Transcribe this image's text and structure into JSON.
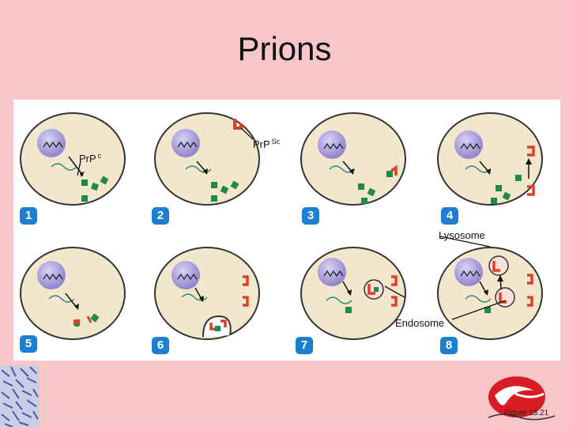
{
  "title": "Prions",
  "labels": {
    "prpsc_base": "Pr",
    "prpsc_p": "P",
    "prpsc_sup": "Sc",
    "prpc_base": "Pr",
    "prpc_p": "P",
    "prpc_sup": "c",
    "lysosome": "Lysosome",
    "endosome": "Endosome"
  },
  "steps": [
    "1",
    "2",
    "3",
    "4",
    "5",
    "6",
    "7",
    "8"
  ],
  "figure_caption": "Figure 13.21",
  "colors": {
    "background": "#f7c6c8",
    "cell_fill": "#f2e6cc",
    "nucleus": "#9a8fd0",
    "prpc": "#1d8a48",
    "prpsc": "#e0402a",
    "badge": "#1e7fd0"
  }
}
